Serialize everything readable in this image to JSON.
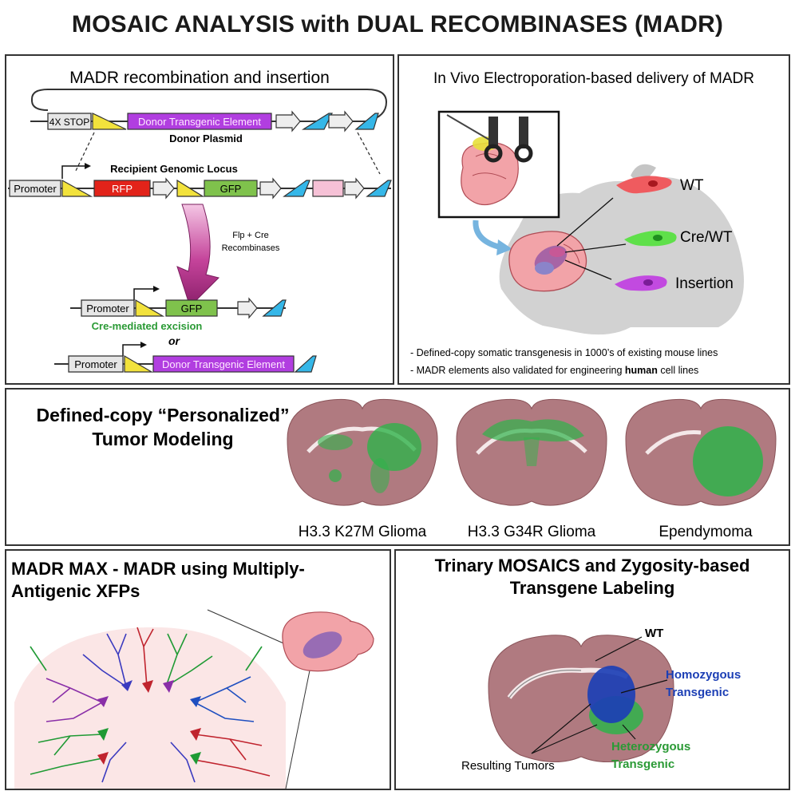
{
  "title": "MOSAIC ANALYSIS with DUAL RECOMBINASES (MADR)",
  "colors": {
    "brain_fill": "#b07a80",
    "brain_pink": "#f2a3a8",
    "rfp": "#e2231a",
    "gfp": "#7fc24c",
    "donor": "#b13ee0",
    "loxp": "#f2e23c",
    "frt": "#35b7e8",
    "tumor_green": "#2fb34a",
    "tumor_blue": "#1c3fb5"
  },
  "panel_recombination": {
    "heading": "MADR recombination and insertion",
    "stop_label": "4X STOP",
    "donor_element": "Donor Transgenic Element",
    "donor_plasmid": "Donor Plasmid",
    "recipient_locus": "Recipient Genomic Locus",
    "promoter": "Promoter",
    "rfp": "RFP",
    "gfp": "GFP",
    "recombinases_line1": "Flp + Cre",
    "recombinases_line2": "Recombinases",
    "excision_label": "Cre-mediated excision",
    "or_label": "or"
  },
  "panel_delivery": {
    "heading": "In Vivo Electroporation-based delivery of MADR",
    "cell_wt": "WT",
    "cell_cre": "Cre/WT",
    "cell_insertion": "Insertion",
    "bullet1": "- Defined-copy somatic transgenesis in 1000’s of existing mouse lines",
    "bullet2_pre": "- MADR elements  also validated for engineering ",
    "bullet2_bold": "human",
    "bullet2_post": " cell lines"
  },
  "panel_tumor": {
    "heading_line1": "Defined-copy “Personalized”",
    "heading_line2": "Tumor Modeling",
    "labels": [
      "H3.3 K27M Glioma",
      "H3.3 G34R Glioma",
      "Ependymoma"
    ]
  },
  "panel_max": {
    "heading_line1": "MADR MAX - MADR using Multiply-",
    "heading_line2": "Antigenic XFPs"
  },
  "panel_trinary": {
    "heading_line1": "Trinary MOSAICS and Zygosity-based",
    "heading_line2": "Transgene Labeling",
    "wt": "WT",
    "homo_line1": "Homozygous",
    "homo_line2": "Transgenic",
    "hetero_line1": "Heterozygous",
    "hetero_line2": "Transgenic",
    "tumors": "Resulting Tumors"
  }
}
